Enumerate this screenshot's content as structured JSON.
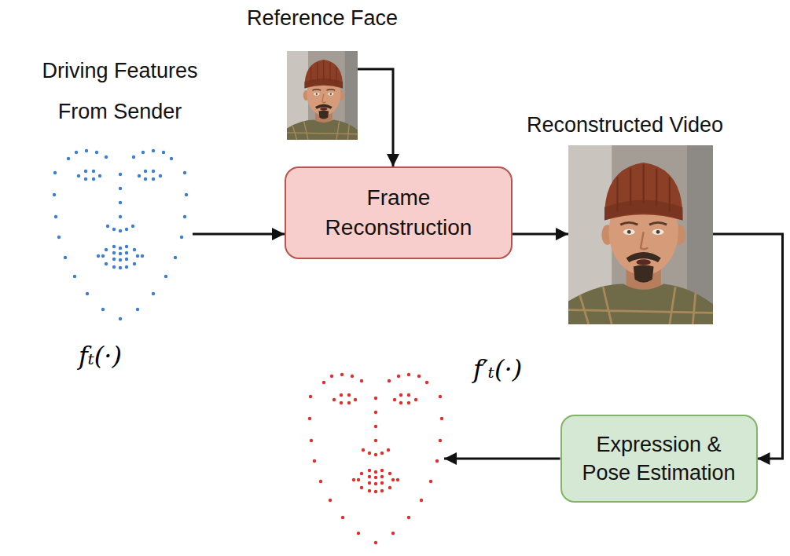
{
  "diagram": {
    "nodes": [
      {
        "text": [
          "Reference Face"
        ]
      },
      {
        "text": [
          "Driving Features From Sender",
          "fₜ(·)"
        ]
      },
      {
        "text": [
          "Frame Reconstruction"
        ]
      },
      {
        "text": [
          "Reconstructed Video"
        ]
      },
      {
        "text": [
          "Expression & Pose Estimation"
        ]
      },
      {
        "text": [
          "f′ₜ(·)"
        ]
      }
    ],
    "edges": [
      {
        "from": 1,
        "to": 2,
        "arrow": "to"
      },
      {
        "from": 0,
        "to": 2,
        "arrow": "to"
      },
      {
        "from": 2,
        "to": 3,
        "arrow": "to"
      },
      {
        "from": 3,
        "to": 4,
        "arrow": "to"
      },
      {
        "from": 4,
        "to": 5,
        "arrow": "to"
      }
    ]
  }
}
